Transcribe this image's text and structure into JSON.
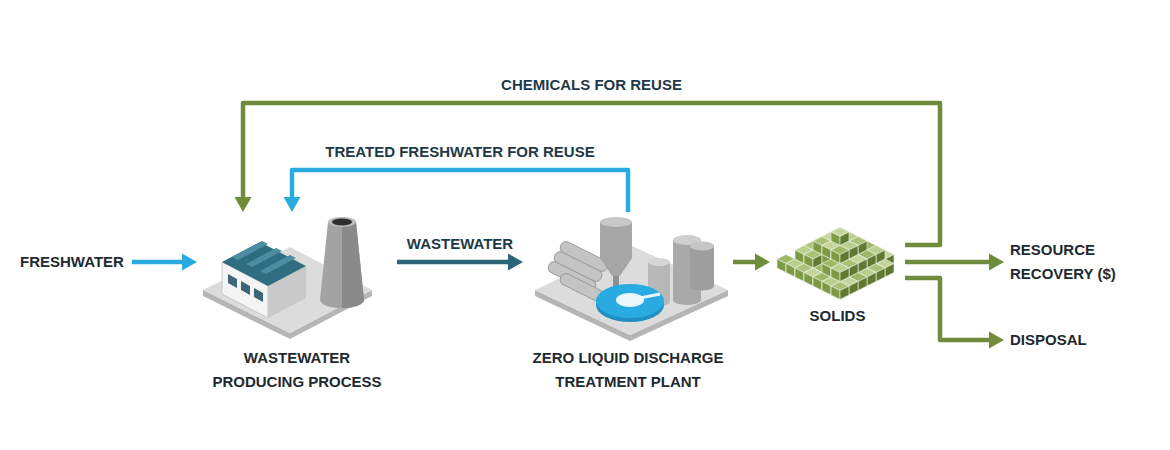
{
  "diagram": {
    "nodes": [
      {
        "text": [
          "FRESHWATER"
        ]
      },
      {
        "text": [
          "WASTEWATER PRODUCING PROCESS"
        ]
      },
      {
        "text": [
          "ZERO LIQUID DISCHARGE TREATMENT PLANT"
        ]
      },
      {
        "text": [
          "SOLIDS"
        ]
      },
      {
        "text": [
          "RESOURCE RECOVERY ($)"
        ]
      },
      {
        "text": [
          "DISPOSAL"
        ]
      }
    ],
    "edges": [
      {
        "from": 0,
        "to": 1,
        "arrow": "to"
      },
      {
        "from": 1,
        "to": 2,
        "label": "WASTEWATER",
        "arrow": "to"
      },
      {
        "from": 2,
        "to": 1,
        "label": "TREATED FRESHWATER FOR REUSE",
        "arrow": "to"
      },
      {
        "from": 2,
        "to": 3,
        "arrow": "to"
      },
      {
        "from": 3,
        "to": 1,
        "label": "CHEMICALS FOR REUSE",
        "arrow": "to"
      },
      {
        "from": 3,
        "to": 4,
        "arrow": "to"
      },
      {
        "from": 3,
        "to": 5,
        "arrow": "to"
      }
    ]
  }
}
